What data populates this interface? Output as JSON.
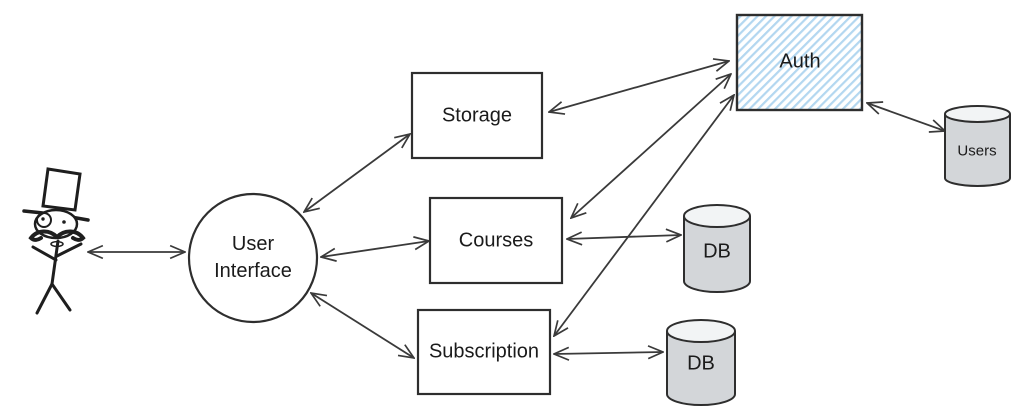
{
  "diagram": {
    "nodes": {
      "actor": {
        "name": "user-actor",
        "shape": "stick-figure-with-top-hat-monocle-mustache"
      },
      "user_interface": {
        "label_line1": "User",
        "label_line2": "Interface",
        "shape": "circle"
      },
      "storage": {
        "label": "Storage",
        "shape": "rectangle"
      },
      "courses": {
        "label": "Courses",
        "shape": "rectangle"
      },
      "subscription": {
        "label": "Subscription",
        "shape": "rectangle"
      },
      "auth": {
        "label": "Auth",
        "shape": "rectangle-hatched"
      },
      "users_db": {
        "label": "Users",
        "shape": "cylinder"
      },
      "courses_db": {
        "label": "DB",
        "shape": "cylinder"
      },
      "subscription_db": {
        "label": "DB",
        "shape": "cylinder"
      }
    },
    "edges": [
      {
        "from": "user-actor",
        "to": "User Interface",
        "direction": "bidirectional"
      },
      {
        "from": "User Interface",
        "to": "Storage",
        "direction": "bidirectional"
      },
      {
        "from": "User Interface",
        "to": "Courses",
        "direction": "bidirectional"
      },
      {
        "from": "User Interface",
        "to": "Subscription",
        "direction": "bidirectional"
      },
      {
        "from": "Storage",
        "to": "Auth",
        "direction": "bidirectional"
      },
      {
        "from": "Courses",
        "to": "Auth",
        "direction": "bidirectional"
      },
      {
        "from": "Subscription",
        "to": "Auth",
        "direction": "bidirectional"
      },
      {
        "from": "Courses",
        "to": "DB",
        "direction": "bidirectional"
      },
      {
        "from": "Subscription",
        "to": "DB",
        "direction": "bidirectional"
      },
      {
        "from": "Auth",
        "to": "Users",
        "direction": "bidirectional"
      }
    ],
    "colors": {
      "background": "#ffffff",
      "stroke": "#2e2e2e",
      "arrow": "#3a3a3a",
      "auth_hatch_blue": "#b3d7f0",
      "cylinder_fill": "#d3d6d9",
      "cylinder_top_fill": "#f2f4f5"
    }
  }
}
